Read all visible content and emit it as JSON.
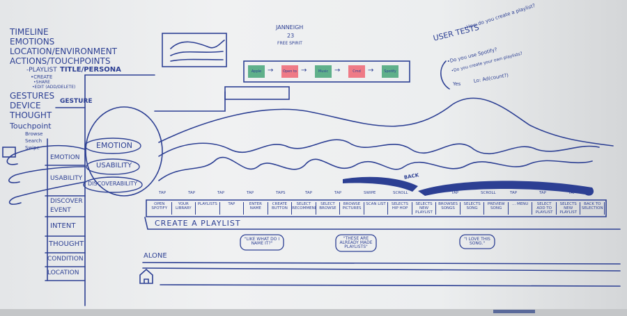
{
  "left_list": {
    "items": [
      "TIMELINE",
      "EMOTIONS",
      "LOCATION/ENVIRONMENT",
      "ACTIONS/TOUCHPOINTS"
    ],
    "sub": [
      "-PLAYLIST",
      "•CREATE",
      "•SHARE",
      "•EDIT (ADD/DELETE)"
    ],
    "title_persona": "TITLE/PERSONA",
    "items2": [
      "GESTURES",
      "DEVICE",
      "THOUGHT"
    ],
    "touchpoint": "Touchpoint",
    "tp_sub": [
      "Browse",
      "Search",
      "Swipe"
    ]
  },
  "row_labels": {
    "gesture": "GESTURE",
    "emotion": "EMOTION",
    "usability": "USABILITY",
    "discover": "DISCOVER",
    "event": "EVENT",
    "intent": "INTENT",
    "thought": "THOUGHT",
    "condition": "CONDITION",
    "location": "LOCATION"
  },
  "bubbles": [
    "EMOTION",
    "USABILITY",
    "DISCOVERABILITY"
  ],
  "persona": {
    "name": "JANNEIGH",
    "age": "23",
    "trait": "FREE SPIRIT"
  },
  "flow": [
    "Apple",
    "Open to",
    "Music",
    "Cmd",
    "Spotify"
  ],
  "user_tests": {
    "title": "USER TESTS",
    "q1": "•How do you create a playlist?",
    "q2": "•Do you use Spotify?",
    "q3": "•Do you create your own playlists?",
    "yes": "Yes",
    "note": "Lo: Ad(count?)"
  },
  "actions": [
    "TAP",
    "TAP",
    "TAP",
    "TAP",
    "TAPS",
    "TAP",
    "TAP",
    "SWIPE",
    "SCROLL",
    "TAP",
    "TAP",
    "SCROLL",
    "TAP",
    "TAP",
    "TAP"
  ],
  "events": [
    "OPEN SPOTIFY",
    "YOUR LIBRARY",
    "PLAYLISTS",
    "TAP",
    "ENTER NAME",
    "CREATE BUTTON",
    "SELECT RECOMMENDED",
    "SELECT BROWSE",
    "BROWSE PICTURES",
    "SCAN LIST",
    "SELECTS HIP HOP",
    "SELECTS NEW PLAYLIST",
    "BROWSES SONGS",
    "SELECTS SONG",
    "PREVIEW SONG",
    "... MENU",
    "SELECT ADD TO PLAYLIST",
    "SELECTS NEW PLAYLIST",
    "BACK TO SELECTION"
  ],
  "back_label": "BACK",
  "intent": "CREATE A PLAYLIST",
  "thoughts": [
    "\"LIKE WHAT DO I NAME IT?\"",
    "\"THESE ARE ALREADY MADE PLAYLISTS\"",
    "\"I LOVE THIS SONG.\""
  ],
  "condition": "ALONE",
  "colors": {
    "ink": "#2c3f93",
    "flow_green": "#5fb08a",
    "flow_pink": "#ef7a86",
    "board": "#eceeef"
  }
}
